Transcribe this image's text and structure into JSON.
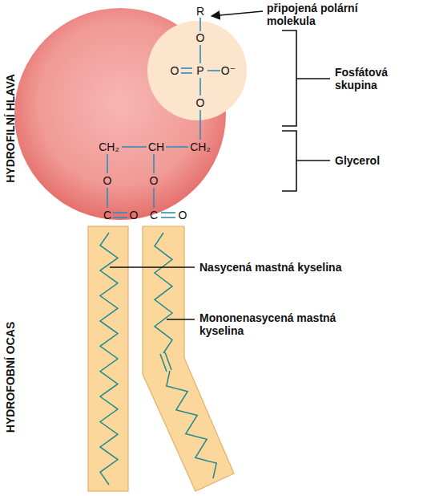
{
  "diagram": {
    "labels": [
      "připojená polární molekula",
      "R",
      "O",
      "O",
      "P",
      "O⁻",
      "Fosfátová skupina",
      "O",
      "CH₂",
      "CH",
      "CH₂",
      "Glycerol",
      "O",
      "O",
      "C",
      "O",
      "C",
      "O",
      "HYDROFILNÍ HLAVA",
      "Nasycená mastná kyselina",
      "Mononenasycená mastná kyselina",
      "HYDROFOBNÍ OCAS"
    ]
  }
}
